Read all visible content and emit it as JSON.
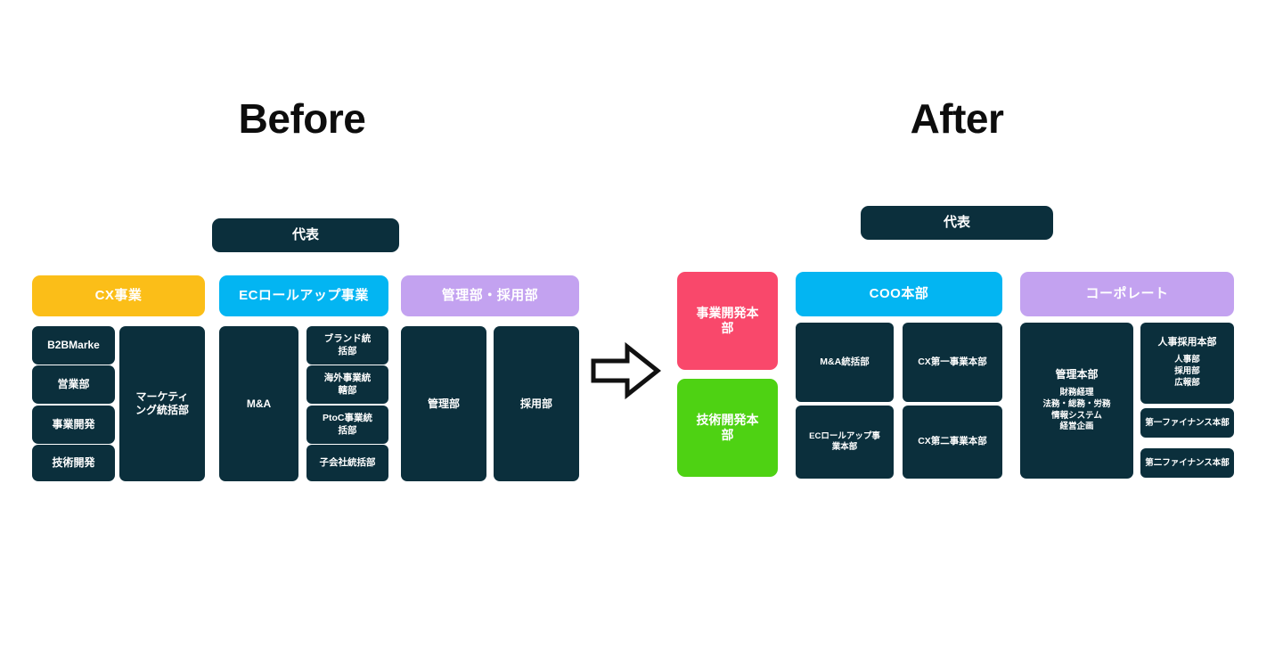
{
  "diagram": {
    "type": "org-chart-comparison",
    "background": "#ffffff",
    "arrow_icon": "right-arrow-icon",
    "colors": {
      "dark_navy": "#0b2f3c",
      "yellow": "#fbbe18",
      "cyan": "#03b5f2",
      "purple": "#c3a2f0",
      "pink": "#f9486b",
      "green": "#4ed213",
      "text_on_box": "#ffffff",
      "title_text": "#0d0d0d"
    }
  },
  "before": {
    "title": "Before",
    "ceo": "代表",
    "divisions": [
      {
        "header": "CX事業",
        "header_color": "#fbbe18",
        "left_stack": [
          "B2BMarke",
          "営業部",
          "事業開発",
          "技術開発"
        ],
        "right_box": "マーケティング統括部"
      },
      {
        "header": "ECロールアップ事業",
        "header_color": "#03b5f2",
        "left_box": "M&A",
        "right_stack": [
          "ブランド統括部",
          "海外事業統轄部",
          "PtoC事業統括部",
          "子会社統括部"
        ]
      },
      {
        "header": "管理部・採用部",
        "header_color": "#c3a2f0",
        "boxes": [
          "管理部",
          "採用部"
        ]
      }
    ]
  },
  "after": {
    "title": "After",
    "ceo": "代表",
    "standalone": [
      {
        "label": "事業開発本部",
        "color": "#f9486b"
      },
      {
        "label": "技術開発本部",
        "color": "#4ed213"
      }
    ],
    "divisions": [
      {
        "header": "COO本部",
        "header_color": "#03b5f2",
        "boxes": [
          "M&A統括部",
          "CX第一事業本部",
          "ECロールアップ事業本部",
          "CX第二事業本部"
        ]
      },
      {
        "header": "コーポレート",
        "header_color": "#c3a2f0",
        "main_box": {
          "title": "管理本部",
          "items": [
            "財務経理",
            "法務・総務・労務",
            "情報システム",
            "経営企画"
          ]
        },
        "side_boxes": [
          {
            "title": "人事採用本部",
            "items": [
              "人事部",
              "採用部",
              "広報部"
            ]
          },
          {
            "title": "第一ファイナンス本部",
            "items": []
          },
          {
            "title": "第二ファイナンス本部",
            "items": []
          }
        ]
      }
    ]
  }
}
